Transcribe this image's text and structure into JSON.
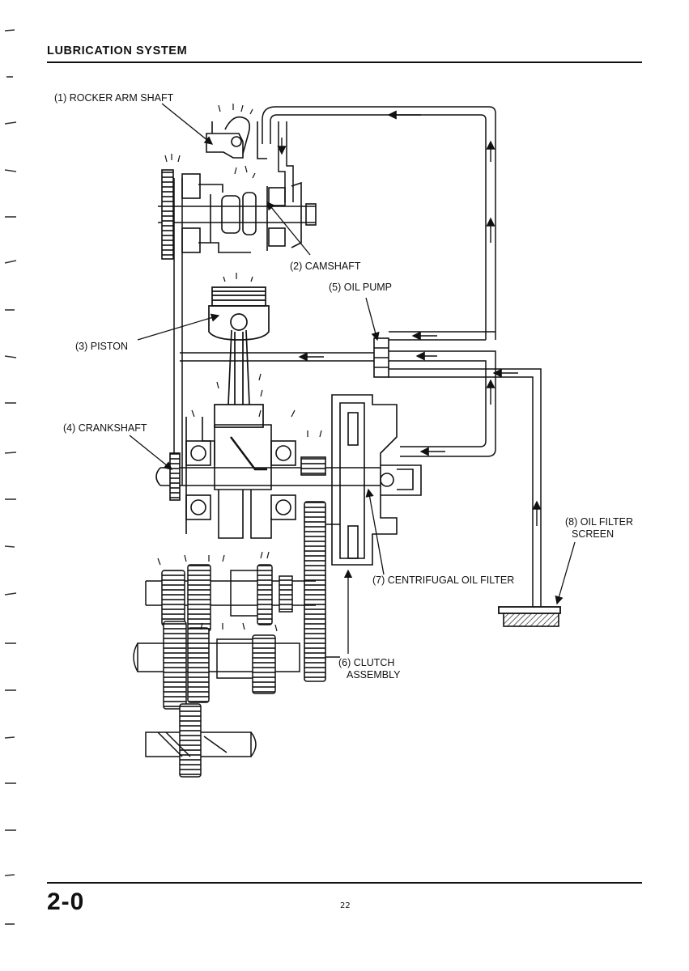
{
  "header": {
    "title": "LUBRICATION SYSTEM"
  },
  "footer": {
    "page_number": "2-0",
    "scan_number": "22"
  },
  "labels": {
    "rocker_arm_shaft": "(1) ROCKER ARM SHAFT",
    "camshaft": "(2) CAMSHAFT",
    "piston": "(3) PISTON",
    "crankshaft": "(4) CRANKSHAFT",
    "oil_pump": "(5) OIL PUMP",
    "clutch_assembly_line1": "(6) CLUTCH",
    "clutch_assembly_line2": "ASSEMBLY",
    "centrifugal_oil_filter": "(7) CENTRIFUGAL OIL FILTER",
    "oil_filter_screen_line1": "(8) OIL FILTER",
    "oil_filter_screen_line2": "SCREEN"
  }
}
